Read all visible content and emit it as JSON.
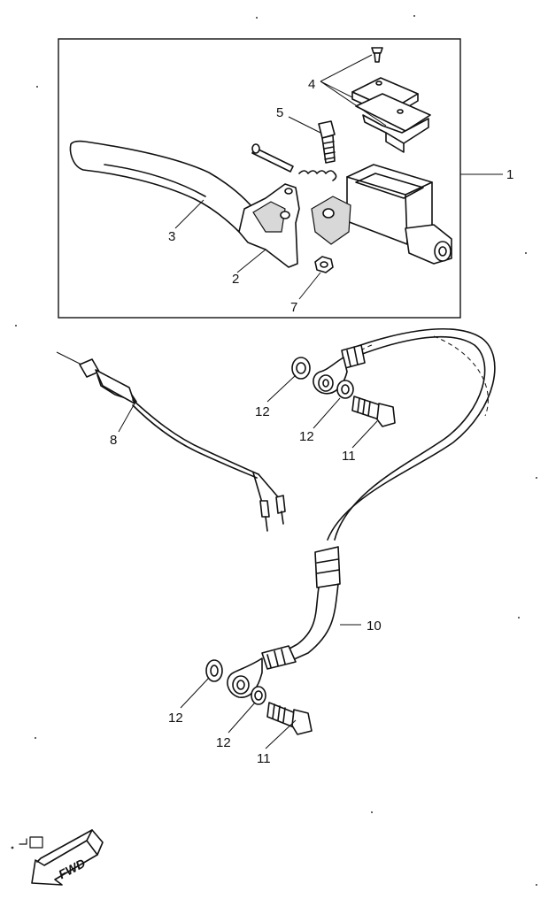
{
  "callouts": {
    "c1": "1",
    "c2": "2",
    "c3": "3",
    "c4": "4",
    "c5": "5",
    "c7": "7",
    "c8": "8",
    "c10": "10",
    "c11a": "11",
    "c11b": "11",
    "c12a": "12",
    "c12b": "12",
    "c12c": "12",
    "c12d": "12"
  },
  "badge": {
    "fwd": "FWD"
  }
}
